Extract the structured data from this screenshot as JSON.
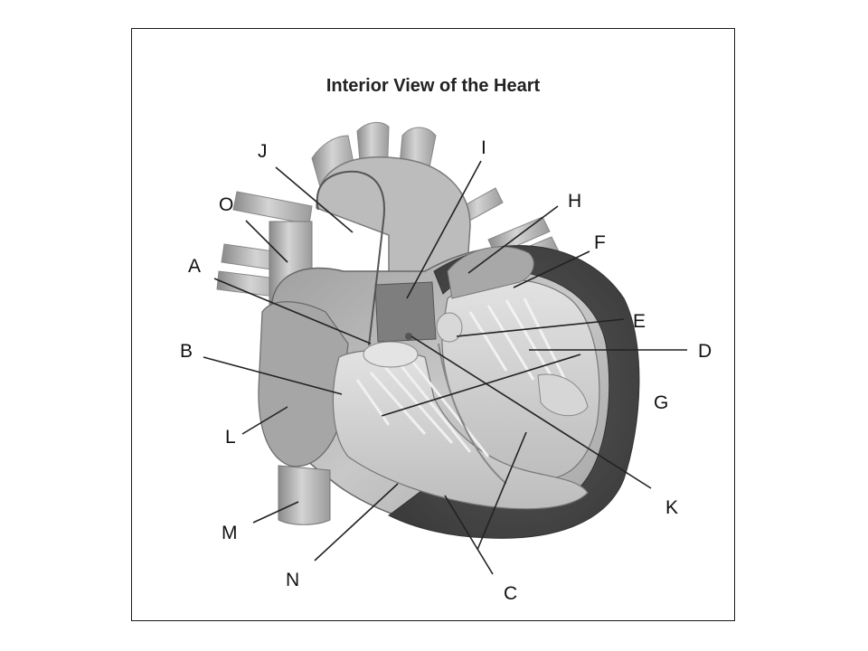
{
  "title": "Interior View of the Heart",
  "labels": {
    "A": "A",
    "B": "B",
    "C": "C",
    "D": "D",
    "E": "E",
    "F": "F",
    "G": "G",
    "H": "H",
    "I": "I",
    "J": "J",
    "K": "K",
    "L": "L",
    "M": "M",
    "N": "N",
    "O": "O"
  }
}
